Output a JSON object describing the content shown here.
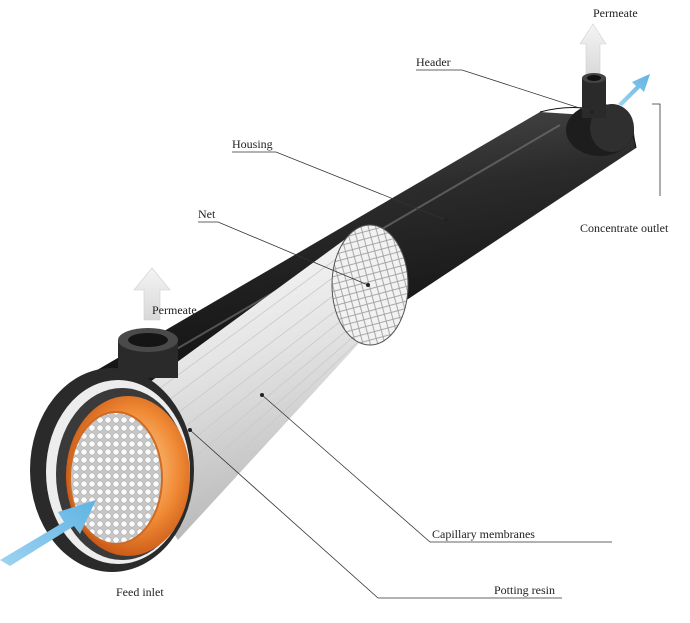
{
  "labels": {
    "permeate_top": "Permeate",
    "header": "Header",
    "housing": "Housing",
    "concentrate_outlet": "Concentrate outlet",
    "net": "Net",
    "permeate_left": "Permeate",
    "capillary_membranes": "Capillary membranes",
    "feed_inlet": "Feed inlet",
    "potting_resin": "Potting resin"
  },
  "colors": {
    "housing": "#2a2a2a",
    "potting_resin": "#e8742a",
    "flow_arrow": "#7fc4ea",
    "permeate_arrow": "#e6e6e6",
    "membrane": "#f0f0f0"
  }
}
